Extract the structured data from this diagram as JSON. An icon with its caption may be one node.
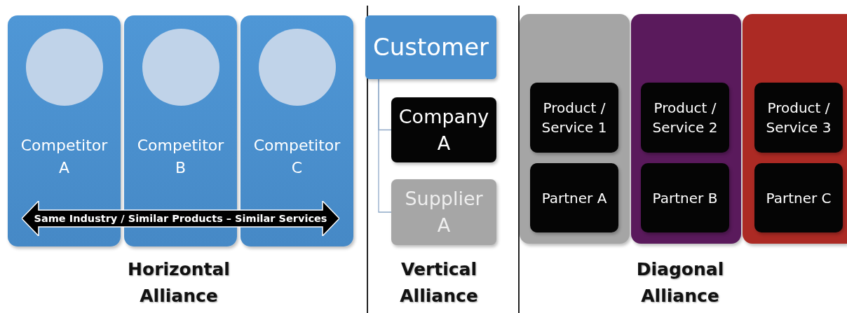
{
  "diagram": {
    "nodes": [
      {
        "text": [
          "Competitor A"
        ]
      },
      {
        "text": [],
        "shape": "circle",
        "in": 0
      },
      {
        "text": [
          "Competitor B"
        ]
      },
      {
        "text": [],
        "shape": "circle",
        "in": 2
      },
      {
        "text": [
          "Competitor C"
        ]
      },
      {
        "text": [],
        "shape": "circle",
        "in": 4
      },
      {
        "text": [
          "Same Industry / Similar Products – Similar Services"
        ]
      },
      {
        "text": [
          "Customer"
        ]
      },
      {
        "text": [
          "Company A"
        ]
      },
      {
        "text": [
          "Supplier A"
        ]
      },
      {
        "text": [],
        "shape": "box"
      },
      {
        "text": [
          "Product / Service 1"
        ],
        "in": 10
      },
      {
        "text": [
          "Partner A"
        ],
        "in": 10
      },
      {
        "text": [],
        "shape": "box"
      },
      {
        "text": [
          "Product / Service 2"
        ],
        "in": 13
      },
      {
        "text": [
          "Partner B"
        ],
        "in": 13
      },
      {
        "text": [],
        "shape": "box"
      },
      {
        "text": [
          "Product / Service 3"
        ],
        "in": 16
      },
      {
        "text": [
          "Partner C"
        ],
        "in": 16
      }
    ],
    "edges": [
      {
        "from": 7,
        "to": 8,
        "arrow": "none"
      },
      {
        "from": 7,
        "to": 9,
        "arrow": "none"
      }
    ],
    "labels": [
      "Horizontal Alliance",
      "Vertical Alliance",
      "Diagonal Alliance"
    ]
  }
}
